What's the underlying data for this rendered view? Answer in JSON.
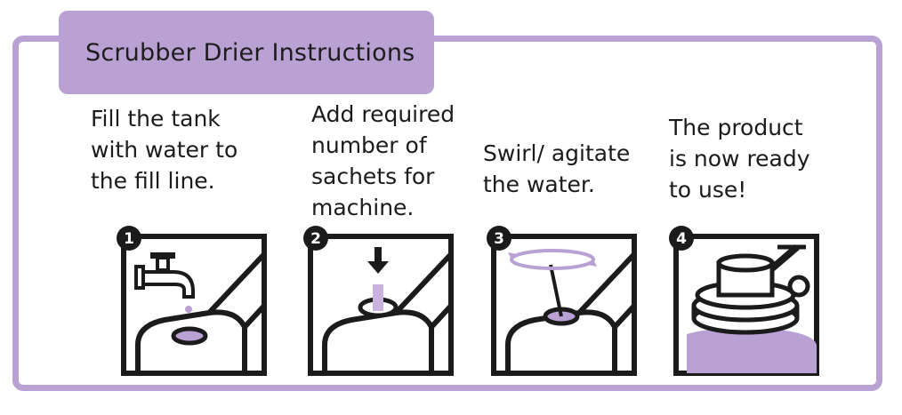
{
  "title": "Scrubber Drier Instructions",
  "colors": {
    "accent": "#b9a1d3",
    "ink": "#1b1b1b"
  },
  "steps": [
    {
      "number": "1",
      "lines": [
        "Fill the tank",
        "with water to",
        "the fill line."
      ],
      "icon": "tap-filling-tank-icon"
    },
    {
      "number": "2",
      "lines": [
        "Add required",
        "number of",
        "sachets for",
        "machine."
      ],
      "icon": "sachet-into-tank-icon"
    },
    {
      "number": "3",
      "lines": [
        "Swirl/ agitate",
        "the water."
      ],
      "icon": "swirl-water-icon"
    },
    {
      "number": "4",
      "lines": [
        "The product",
        "is now ready",
        "to use!"
      ],
      "icon": "scrubber-machine-icon"
    }
  ]
}
